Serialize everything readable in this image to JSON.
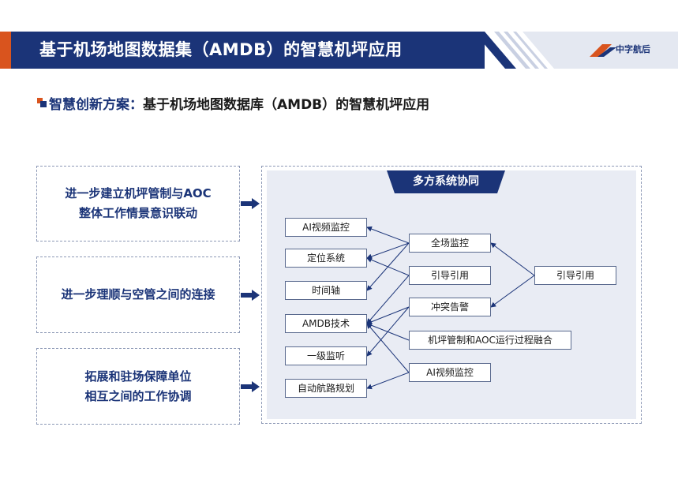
{
  "header": {
    "title": "基于机场地图数据集（AMDB）的智慧机坪应用",
    "logo_text": "中字航后",
    "accent_color": "#d9541e",
    "brand_color": "#1b3478"
  },
  "subtitle": {
    "highlight": "智慧创新方案：",
    "text": "基于机场地图数据库（AMDB）的智慧机坪应用"
  },
  "left_items": [
    {
      "lines": [
        "进一步建立机坪管制与AOC",
        "整体工作情景意识联动"
      ]
    },
    {
      "lines": [
        "进一步理顺与空管之间的连接"
      ]
    },
    {
      "lines": [
        "拓展和驻场保障单位",
        "相互之间的工作协调"
      ]
    }
  ],
  "panel": {
    "title": "多方系统协同",
    "left_nodes": [
      "AI视频监控",
      "定位系统",
      "时间轴",
      "AMDB技术",
      "一级监听",
      "自动航路规划"
    ],
    "mid_nodes": [
      "全场监控",
      "引导引用",
      "冲突告警",
      "机坪管制和AOC运行过程融合",
      "AI视频监控"
    ],
    "right_node": "引导引用"
  }
}
